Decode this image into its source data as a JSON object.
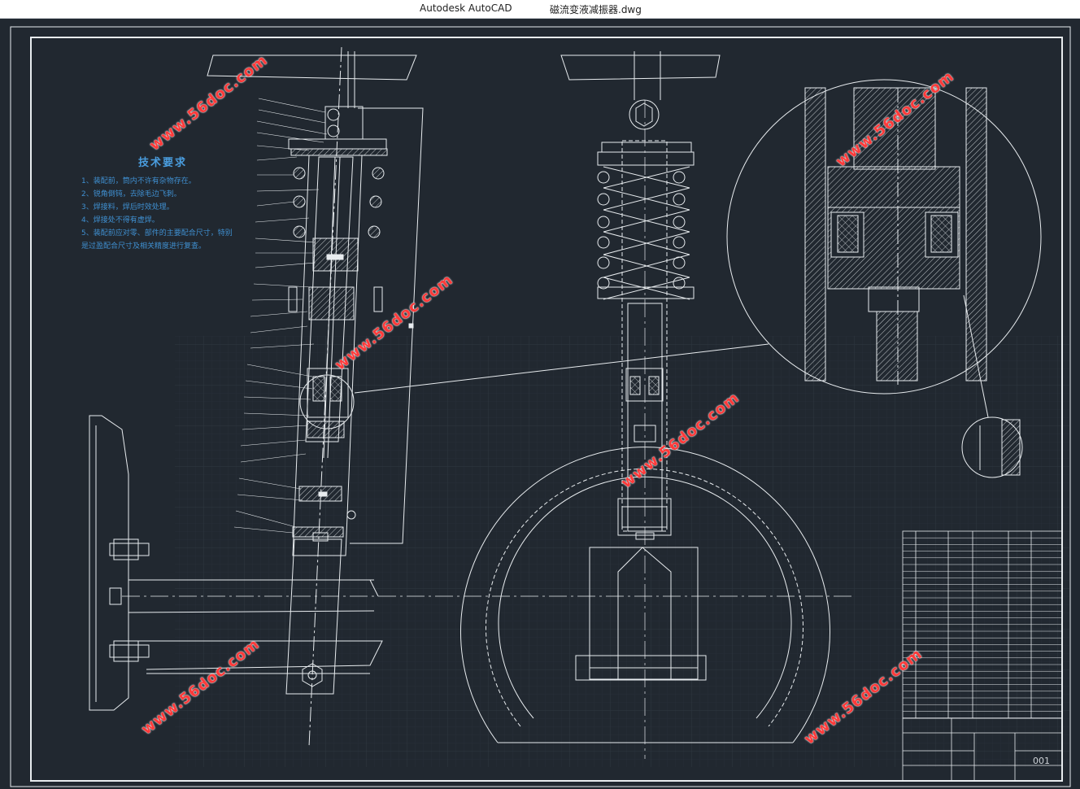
{
  "titlebar": {
    "app_name": "Autodesk AutoCAD",
    "file_name": "磁流变液减振器.dwg"
  },
  "technical_requirements": {
    "heading": "技术要求",
    "lines": [
      "1、装配前，筒内不许有杂物存在。",
      "2、锐角倒钝，去除毛边飞刺。",
      "3、焊接料，焊后时效处理。",
      "4、焊接处不得有虚焊。",
      "5、装配前应对零、部件的主要配合尺寸，特别",
      "是过盈配合尺寸及相关精度进行复查。"
    ]
  },
  "watermark": {
    "text": "www.56doc.com"
  },
  "title_block": {
    "sheet_number": "001"
  },
  "colors": {
    "background": "#212830",
    "lines": "#e8ecef",
    "grid": "#2b333c",
    "annotation": "#3f8fd0",
    "watermark": "#ff3a3a"
  }
}
